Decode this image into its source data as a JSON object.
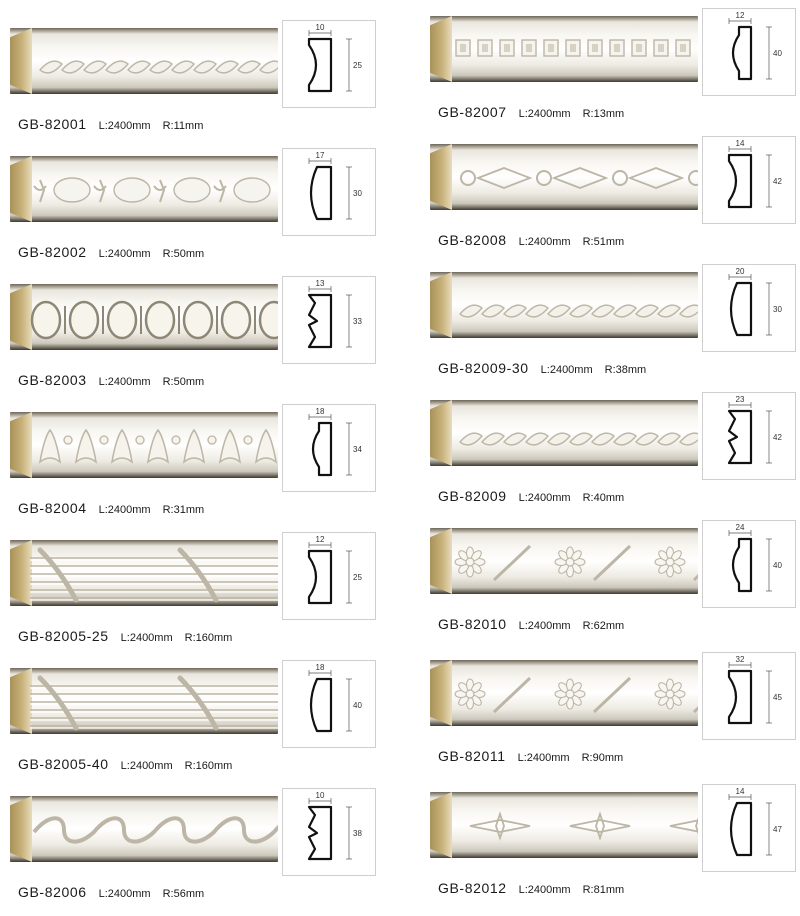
{
  "items": [
    {
      "code": "GB-82001",
      "length": "L:2400mm",
      "radius": "R:11mm",
      "width": "10",
      "height": "25",
      "pattern": "rope"
    },
    {
      "code": "GB-82002",
      "length": "L:2400mm",
      "radius": "R:50mm",
      "width": "17",
      "height": "30",
      "pattern": "fleur"
    },
    {
      "code": "GB-82003",
      "length": "L:2400mm",
      "radius": "R:50mm",
      "width": "13",
      "height": "33",
      "pattern": "egg"
    },
    {
      "code": "GB-82004",
      "length": "L:2400mm",
      "radius": "R:31mm",
      "width": "18",
      "height": "34",
      "pattern": "leaf"
    },
    {
      "code": "GB-82005-25",
      "length": "L:2400mm",
      "radius": "R:160mm",
      "width": "12",
      "height": "25",
      "pattern": "reeded"
    },
    {
      "code": "GB-82005-40",
      "length": "L:2400mm",
      "radius": "R:160mm",
      "width": "18",
      "height": "40",
      "pattern": "reeded"
    },
    {
      "code": "GB-82006",
      "length": "L:2400mm",
      "radius": "R:56mm",
      "width": "10",
      "height": "38",
      "pattern": "scroll"
    },
    {
      "code": "GB-82007",
      "length": "L:2400mm",
      "radius": "R:13mm",
      "width": "12",
      "height": "40",
      "pattern": "dentil"
    },
    {
      "code": "GB-82008",
      "length": "L:2400mm",
      "radius": "R:51mm",
      "width": "14",
      "height": "42",
      "pattern": "diamond"
    },
    {
      "code": "GB-82009-30",
      "length": "L:2400mm",
      "radius": "R:38mm",
      "width": "20",
      "height": "30",
      "pattern": "rope"
    },
    {
      "code": "GB-82009",
      "length": "L:2400mm",
      "radius": "R:40mm",
      "width": "23",
      "height": "42",
      "pattern": "rope"
    },
    {
      "code": "GB-82010",
      "length": "L:2400mm",
      "radius": "R:62mm",
      "width": "24",
      "height": "40",
      "pattern": "flower"
    },
    {
      "code": "GB-82011",
      "length": "L:2400mm",
      "radius": "R:90mm",
      "width": "32",
      "height": "45",
      "pattern": "flower"
    },
    {
      "code": "GB-82012",
      "length": "L:2400mm",
      "radius": "R:81mm",
      "width": "14",
      "height": "47",
      "pattern": "star"
    }
  ]
}
